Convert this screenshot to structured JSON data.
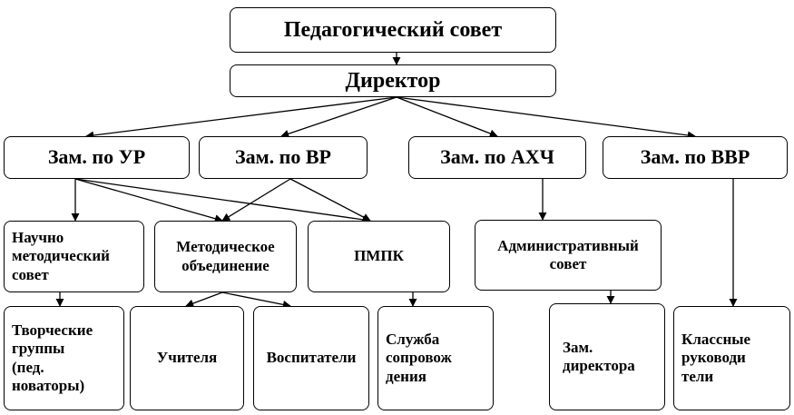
{
  "diagram": {
    "nodes": {
      "ped_council": "Педагогический совет",
      "director": "Директор",
      "deputy_ur": "Зам. по УР",
      "deputy_vr": "Зам. по ВР",
      "deputy_ahch": "Зам. по АХЧ",
      "deputy_vvr": "Зам. по ВВР",
      "sci_method_council": "Научно\nметодический\nсовет",
      "method_association": "Методическое\nобъединение",
      "pmpk": "ПМПК",
      "admin_council": "Административный\nсовет",
      "creative_groups": "Творческие\nгруппы\n(пед.\nноваторы)",
      "teachers": "Учителя",
      "educators": "Воспитатели",
      "support_service": "Служба\nсопровож\nдения",
      "deputy_director": "Зам.\nдиректора",
      "class_teachers": "Классные\nруководи\nтели"
    }
  }
}
